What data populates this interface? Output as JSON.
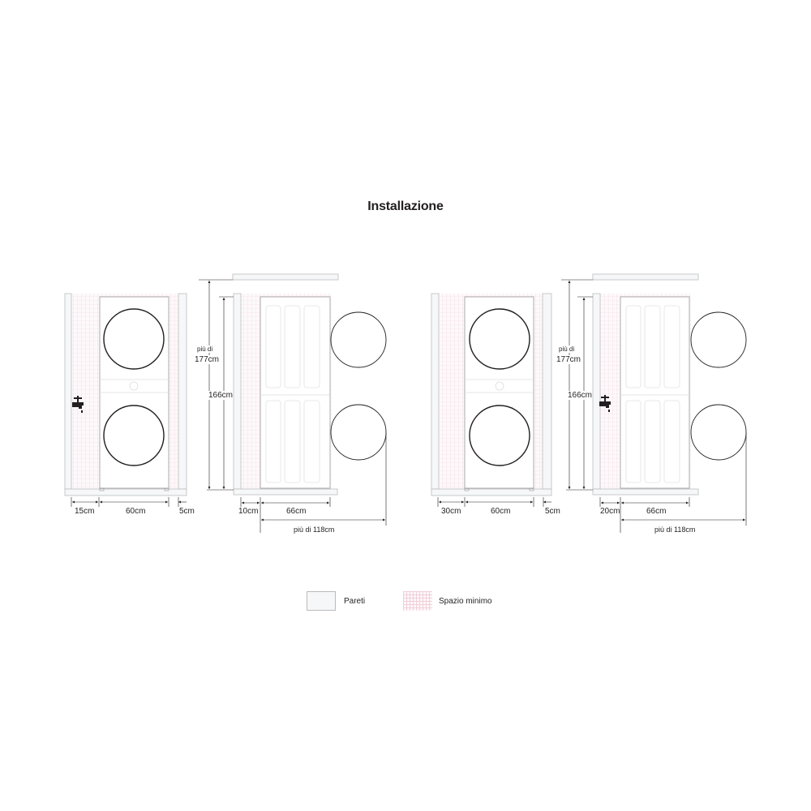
{
  "title": "Installazione",
  "diagrams": [
    {
      "id": "stacked-front-left",
      "view": "front",
      "side_clearance_left": "15cm",
      "width": "60cm",
      "side_clearance_right": "5cm",
      "has_tap": true
    },
    {
      "id": "stacked-side-left",
      "view": "side",
      "total_height_label_1": "più di",
      "total_height_label_2": "177cm",
      "height": "166cm",
      "rear_clearance": "10cm",
      "depth": "66cm",
      "door_open_depth": "più di 118cm"
    },
    {
      "id": "stacked-front-right",
      "view": "front",
      "side_clearance_left": "30cm",
      "width": "60cm",
      "side_clearance_right": "5cm",
      "has_tap": false
    },
    {
      "id": "stacked-side-right",
      "view": "side",
      "total_height_label_1": "più di",
      "total_height_label_2": "177cm",
      "height": "166cm",
      "rear_clearance": "20cm",
      "depth": "66cm",
      "door_open_depth": "più di 118cm",
      "has_tap": true
    }
  ],
  "legend": {
    "walls": "Pareti",
    "min_space": "Spazio minimo"
  },
  "colors": {
    "line": "#231f20",
    "wall_fill": "#f5f7f9",
    "wall_stroke": "#bdbdbd",
    "grid_pink": "#f1cfd9"
  }
}
